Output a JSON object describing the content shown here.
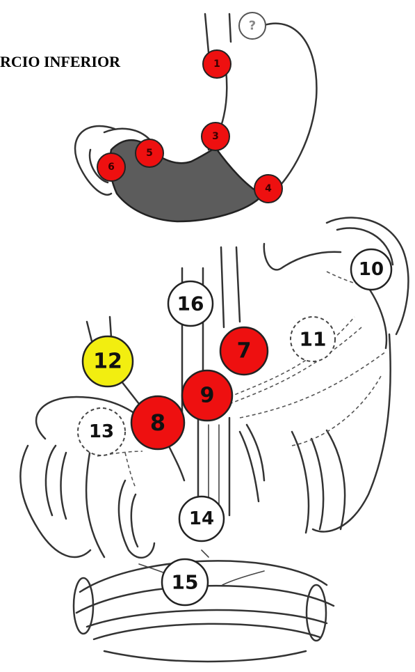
{
  "title": "RCIO INFERIOR",
  "colors": {
    "red": "#ee1010",
    "yellow": "#f2ee10",
    "white": "#ffffff",
    "highlight_gray": "#5c5c5c"
  },
  "top_stations": [
    {
      "label": "?",
      "fill": "white"
    },
    {
      "label": "1",
      "fill": "red"
    },
    {
      "label": "3",
      "fill": "red"
    },
    {
      "label": "5",
      "fill": "red"
    },
    {
      "label": "6",
      "fill": "red"
    },
    {
      "label": "4",
      "fill": "red"
    }
  ],
  "bottom_stations": [
    {
      "label": "10",
      "fill": "white"
    },
    {
      "label": "16",
      "fill": "white"
    },
    {
      "label": "11",
      "fill": "white"
    },
    {
      "label": "7",
      "fill": "red"
    },
    {
      "label": "12",
      "fill": "yellow"
    },
    {
      "label": "9",
      "fill": "red"
    },
    {
      "label": "8",
      "fill": "red"
    },
    {
      "label": "13",
      "fill": "white"
    },
    {
      "label": "14",
      "fill": "white"
    },
    {
      "label": "15",
      "fill": "white"
    }
  ]
}
